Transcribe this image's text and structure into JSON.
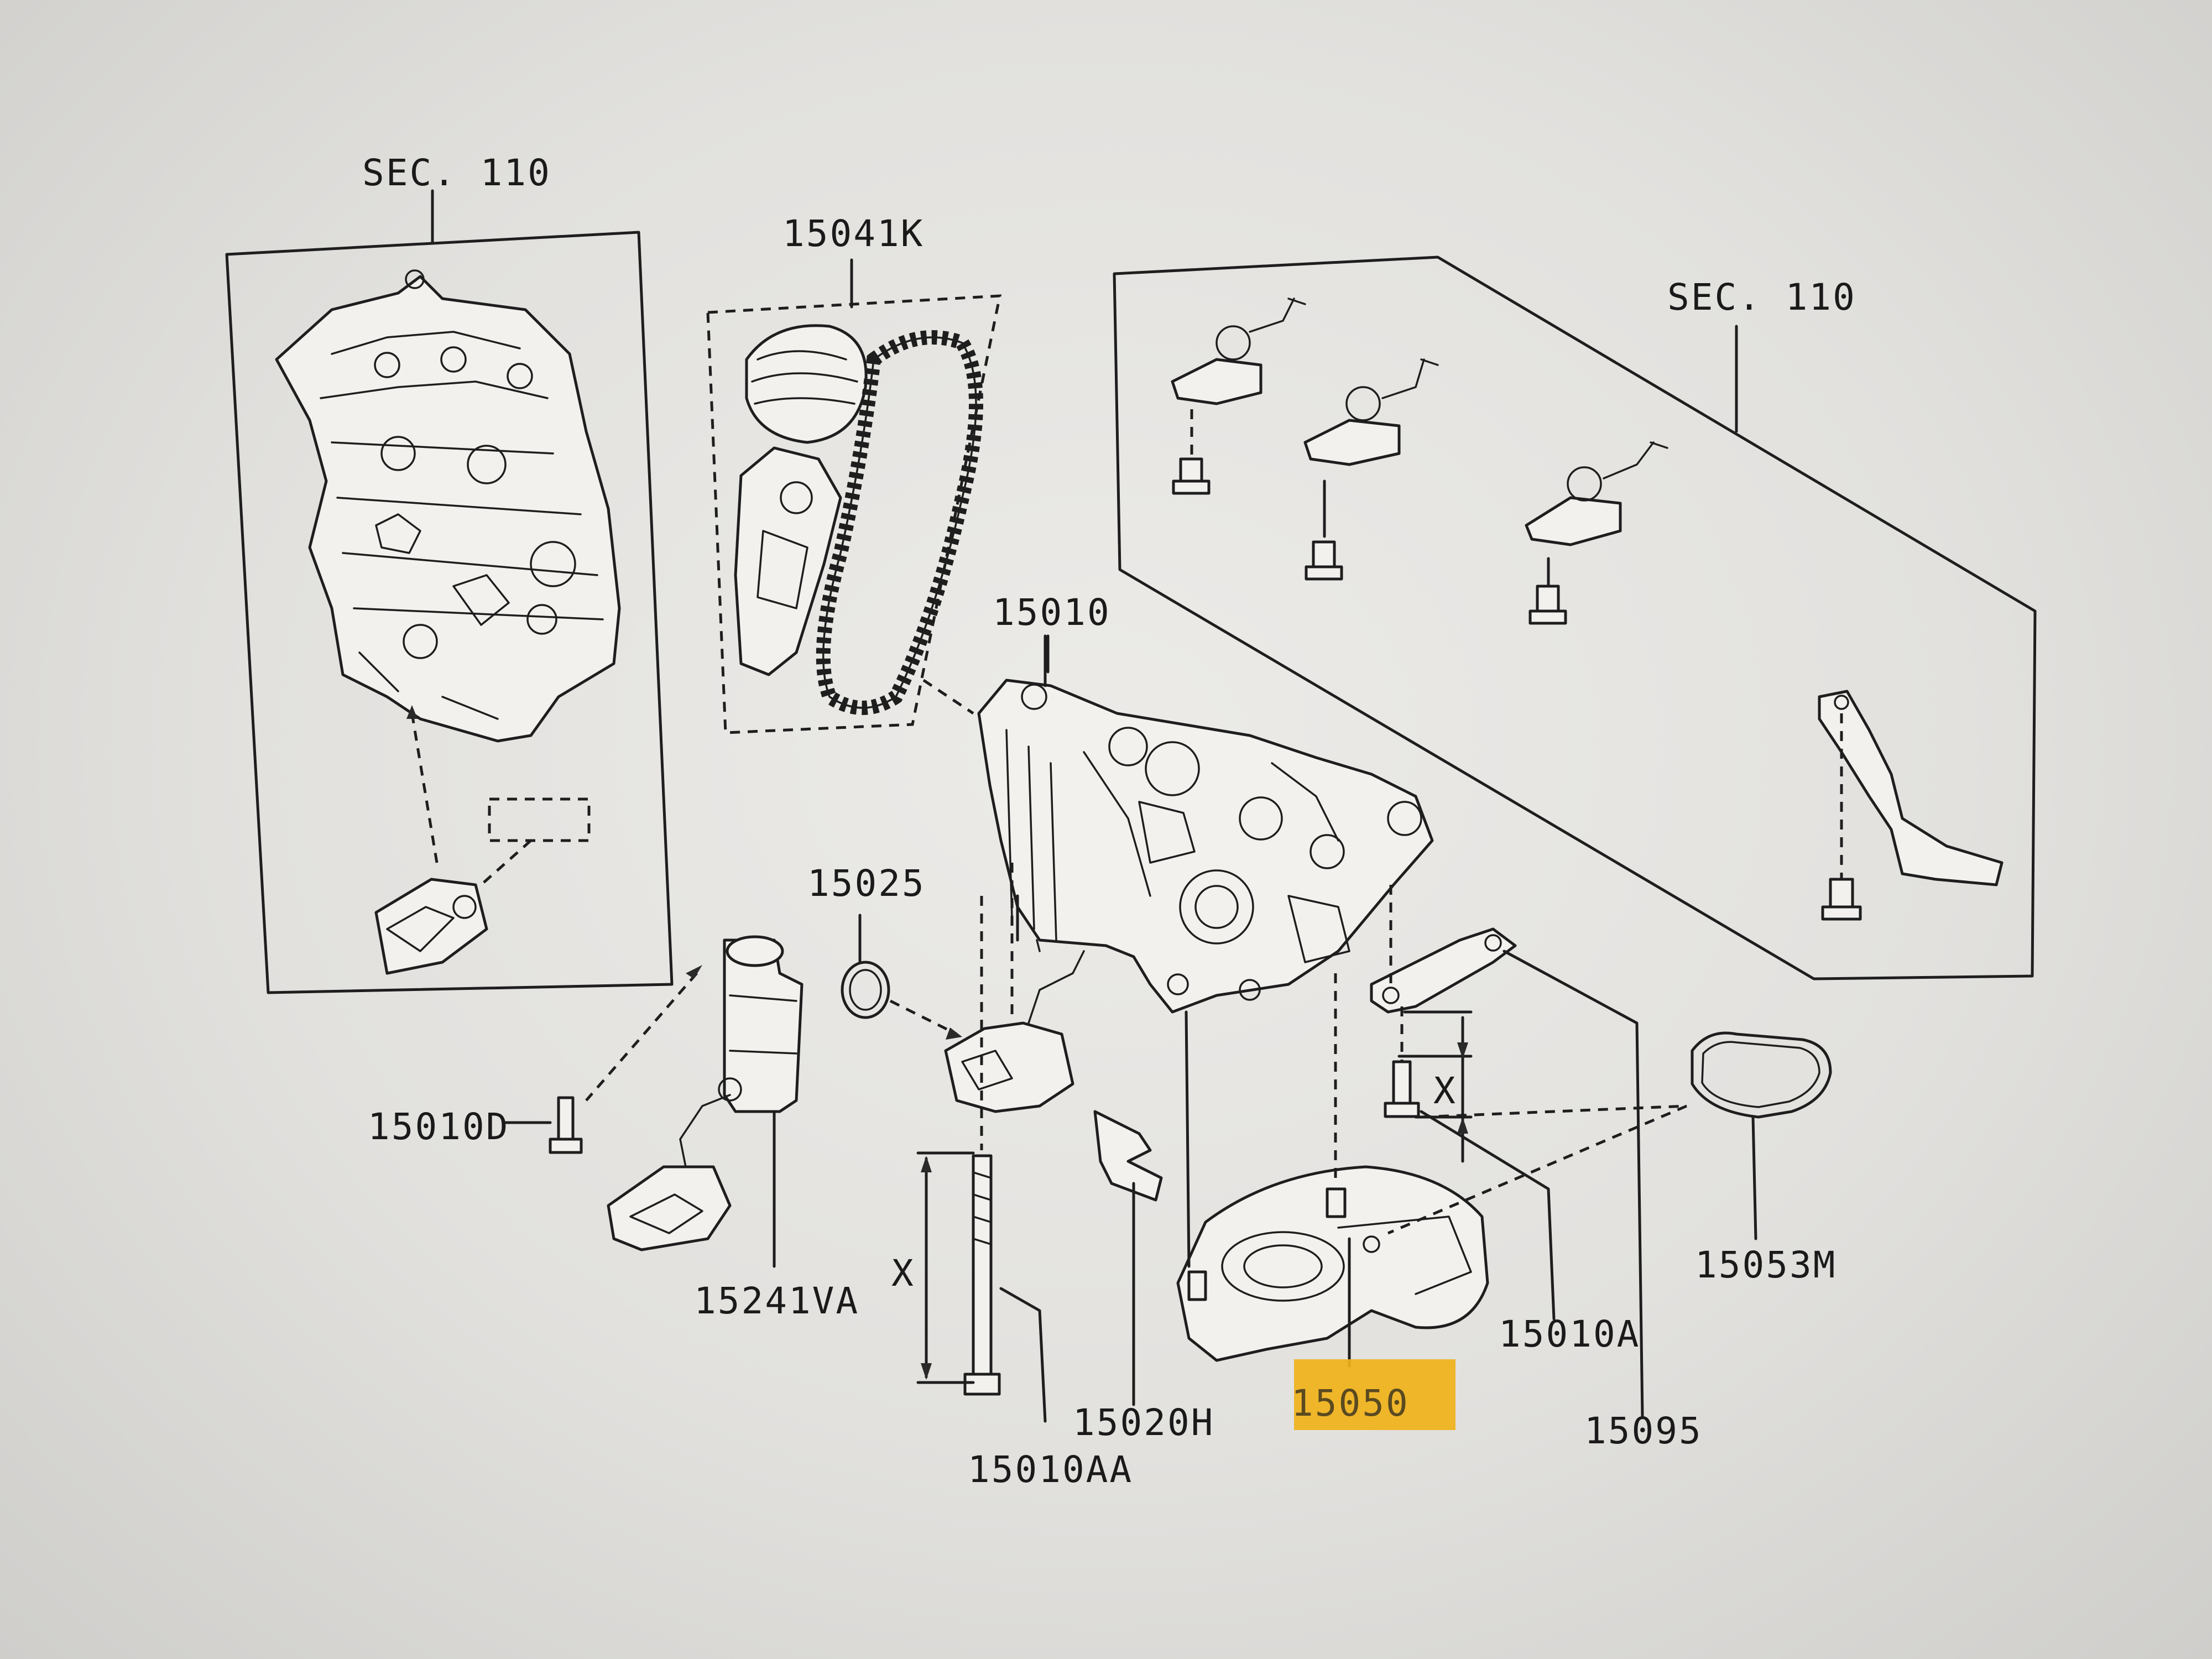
{
  "labels": {
    "sec110_left": "SEC. 110",
    "sec110_right": "SEC. 110",
    "p15041K": "15041K",
    "p15010": "15010",
    "p15025": "15025",
    "p15010D": "15010D",
    "p15241VA": "15241VA",
    "p15020H": "15020H",
    "p15010AA": "15010AA",
    "p15050": "15050",
    "p15010A": "15010A",
    "p15095": "15095",
    "p15053M": "15053M",
    "dim_x_left": "X",
    "dim_x_right": "X"
  },
  "highlight": {
    "part": "15050",
    "color": "#f0b21a"
  }
}
